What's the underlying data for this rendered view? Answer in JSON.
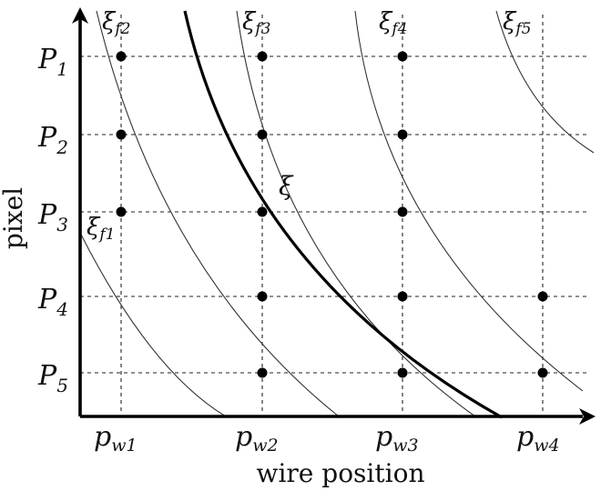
{
  "axes": {
    "x_label": "wire position",
    "y_label": "pixel"
  },
  "pixels": [
    {
      "base": "P",
      "sub": "1"
    },
    {
      "base": "P",
      "sub": "2"
    },
    {
      "base": "P",
      "sub": "3"
    },
    {
      "base": "P",
      "sub": "4"
    },
    {
      "base": "P",
      "sub": "5"
    }
  ],
  "wire_positions": [
    {
      "base": "p",
      "sub": "w1"
    },
    {
      "base": "p",
      "sub": "w2"
    },
    {
      "base": "p",
      "sub": "w3"
    },
    {
      "base": "p",
      "sub": "w4"
    }
  ],
  "curves": {
    "main": {
      "base": "ξ",
      "sub": ""
    },
    "fits": [
      {
        "base": "ξ",
        "sub": "f1"
      },
      {
        "base": "ξ",
        "sub": "f2"
      },
      {
        "base": "ξ",
        "sub": "f3"
      },
      {
        "base": "ξ",
        "sub": "f4"
      },
      {
        "base": "ξ",
        "sub": "f5"
      }
    ]
  },
  "measured_points": [
    {
      "wire": 1,
      "pixel": 1
    },
    {
      "wire": 1,
      "pixel": 2
    },
    {
      "wire": 1,
      "pixel": 3
    },
    {
      "wire": 2,
      "pixel": 1
    },
    {
      "wire": 2,
      "pixel": 2
    },
    {
      "wire": 2,
      "pixel": 3
    },
    {
      "wire": 2,
      "pixel": 4
    },
    {
      "wire": 2,
      "pixel": 5
    },
    {
      "wire": 3,
      "pixel": 1
    },
    {
      "wire": 3,
      "pixel": 2
    },
    {
      "wire": 3,
      "pixel": 3
    },
    {
      "wire": 3,
      "pixel": 4
    },
    {
      "wire": 3,
      "pixel": 5
    },
    {
      "wire": 4,
      "pixel": 4
    },
    {
      "wire": 4,
      "pixel": 5
    }
  ]
}
